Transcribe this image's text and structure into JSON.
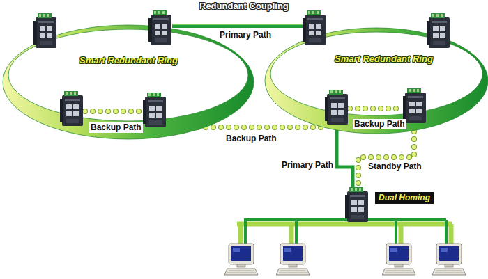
{
  "diagram": {
    "nodes": [
      {
        "text": [
          "Smart Redundant Ring"
        ]
      },
      {
        "text": [
          "Smart Redundant Ring"
        ]
      }
    ],
    "labels": [
      "Redundant Coupling",
      "Primary Path",
      "Backup Path",
      "Backup Path",
      "Backup Path",
      "Primary Path",
      "Standby Path",
      "Dual Homing"
    ]
  }
}
